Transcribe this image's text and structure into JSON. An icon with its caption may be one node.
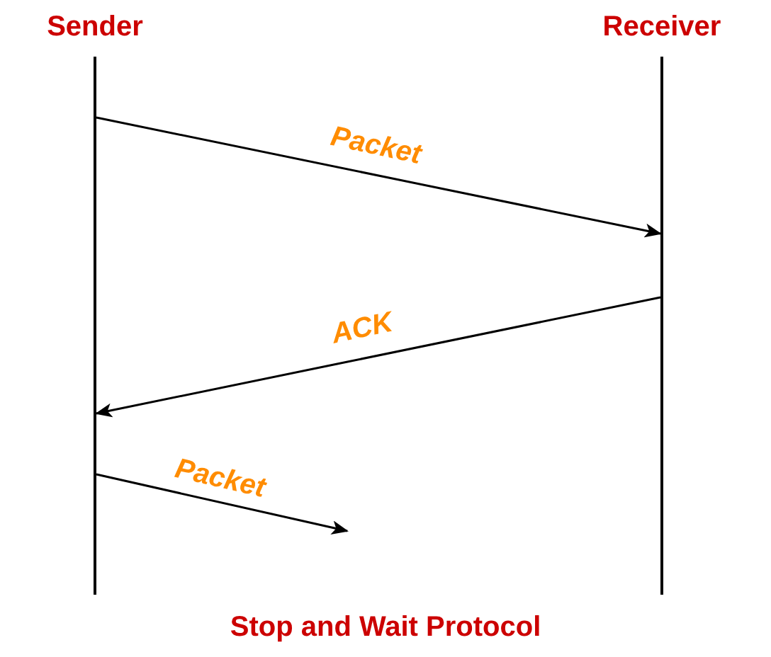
{
  "diagram": {
    "caption": "Stop and Wait Protocol",
    "nodes": [
      {
        "text": [
          "Sender"
        ]
      },
      {
        "text": [
          "Receiver"
        ]
      }
    ],
    "edges": [
      {
        "from": 0,
        "to": 1,
        "arrow": "to",
        "label": "Packet"
      },
      {
        "from": 1,
        "to": 0,
        "arrow": "to",
        "label": "ACK"
      },
      {
        "from": 0,
        "to": null,
        "arrow": "to",
        "label": "Packet"
      }
    ]
  }
}
